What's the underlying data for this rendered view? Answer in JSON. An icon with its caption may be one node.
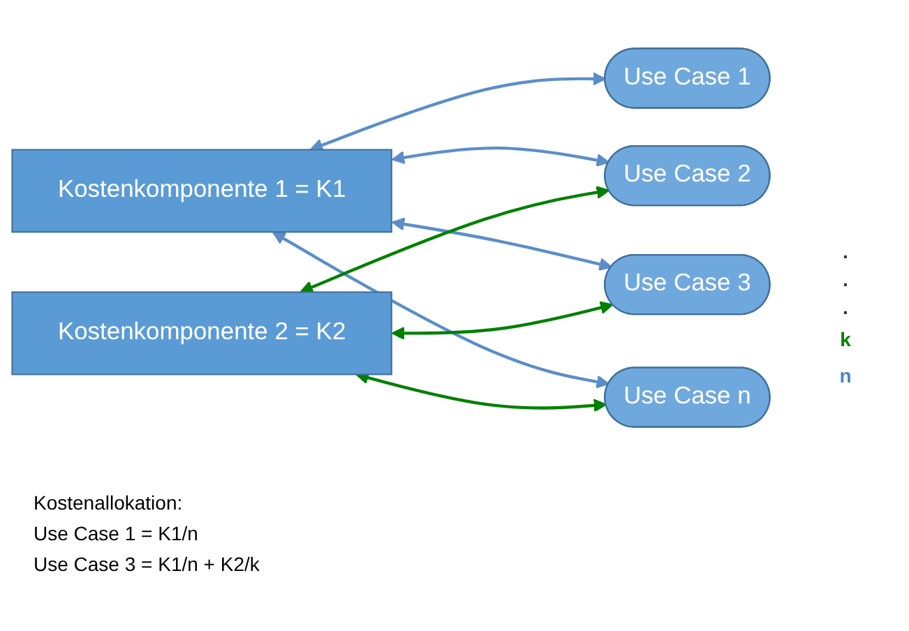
{
  "diagram": {
    "nodes": [
      {
        "text": [
          "Kostenkomponente 1 = K1"
        ]
      },
      {
        "text": [
          "Use Case 1"
        ]
      },
      {
        "text": [
          "Use Case 2"
        ]
      },
      {
        "text": [
          "Kostenkomponente 2 = K2"
        ]
      },
      {
        "text": [
          "Use Case 3"
        ]
      },
      {
        "text": [
          "Use Case n"
        ]
      }
    ],
    "edges": [
      {
        "from": 0,
        "to": 1,
        "arrow": "both"
      },
      {
        "from": 0,
        "to": 2,
        "arrow": "both"
      },
      {
        "from": 0,
        "to": 4,
        "arrow": "both"
      },
      {
        "from": 0,
        "to": 5,
        "arrow": "both"
      },
      {
        "from": 3,
        "to": 2,
        "arrow": "both",
        "color": "#008000"
      },
      {
        "from": 3,
        "to": 4,
        "arrow": "both",
        "color": "#008000"
      },
      {
        "from": 3,
        "to": 5,
        "arrow": "both",
        "color": "#008000"
      }
    ],
    "labels": [
      "n",
      "k",
      "Kostenallokation:",
      ".",
      ".",
      ".",
      "Use Case 1 = K1/n",
      "Use Case 3 = K1/n + K2/k"
    ]
  }
}
